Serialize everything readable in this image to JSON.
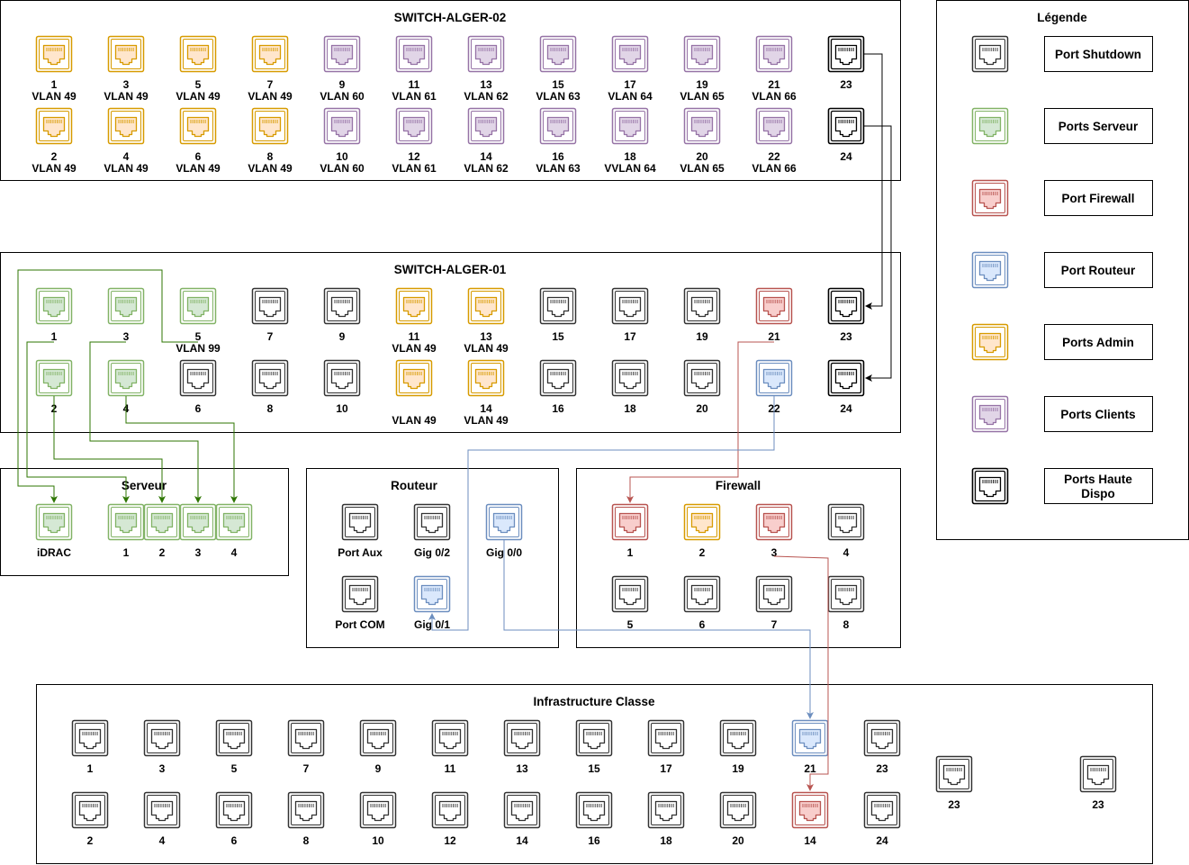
{
  "colors": {
    "admin": "#d79b00",
    "admin_fill": "#ffe6cc",
    "client": "#9673a6",
    "client_fill": "#e1d5e7",
    "server": "#82b366",
    "server_fill": "#d5e8d4",
    "firewall": "#b85450",
    "firewall_fill": "#f8cecc",
    "router": "#6c8ebf",
    "router_fill": "#dae8fc",
    "shutdown": "#333333",
    "shutdown_fill": "#ffffff",
    "ha": "#000000",
    "ha_fill": "#ffffff",
    "link_green": "#2d7600",
    "link_red": "#b85450",
    "link_blue": "#6c8ebf",
    "link_black": "#000000"
  },
  "icon": "ethernet-port-icon",
  "sw2": {
    "title": "SWITCH-ALGER-02",
    "ports": [
      {
        "n": "1",
        "v": "VLAN 49",
        "t": "admin"
      },
      {
        "n": "3",
        "v": "VLAN 49",
        "t": "admin"
      },
      {
        "n": "5",
        "v": "VLAN 49",
        "t": "admin"
      },
      {
        "n": "7",
        "v": "VLAN 49",
        "t": "admin"
      },
      {
        "n": "9",
        "v": "VLAN 60",
        "t": "client"
      },
      {
        "n": "11",
        "v": "VLAN 61",
        "t": "client"
      },
      {
        "n": "13",
        "v": "VLAN 62",
        "t": "client"
      },
      {
        "n": "15",
        "v": "VLAN 63",
        "t": "client"
      },
      {
        "n": "17",
        "v": "VLAN 64",
        "t": "client"
      },
      {
        "n": "19",
        "v": "VLAN 65",
        "t": "client"
      },
      {
        "n": "21",
        "v": "VLAN 66",
        "t": "client"
      },
      {
        "n": "23",
        "v": "",
        "t": "ha"
      },
      {
        "n": "2",
        "v": "VLAN 49",
        "t": "admin"
      },
      {
        "n": "4",
        "v": "VLAN 49",
        "t": "admin"
      },
      {
        "n": "6",
        "v": "VLAN 49",
        "t": "admin"
      },
      {
        "n": "8",
        "v": "VLAN 49",
        "t": "admin"
      },
      {
        "n": "10",
        "v": "VLAN 60",
        "t": "client"
      },
      {
        "n": "12",
        "v": "VLAN 61",
        "t": "client"
      },
      {
        "n": "14",
        "v": "VLAN 62",
        "t": "client"
      },
      {
        "n": "16",
        "v": "VLAN 63",
        "t": "client"
      },
      {
        "n": "18",
        "v": "VVLAN 64",
        "t": "client"
      },
      {
        "n": "20",
        "v": "VLAN 65",
        "t": "client"
      },
      {
        "n": "22",
        "v": "VLAN 66",
        "t": "client"
      },
      {
        "n": "24",
        "v": "",
        "t": "ha"
      }
    ]
  },
  "sw1": {
    "title": "SWITCH-ALGER-01",
    "ports": [
      {
        "n": "1",
        "v": "",
        "t": "server"
      },
      {
        "n": "3",
        "v": "",
        "t": "server"
      },
      {
        "n": "5",
        "v": "VLAN 99",
        "t": "server"
      },
      {
        "n": "7",
        "v": "",
        "t": "shutdown"
      },
      {
        "n": "9",
        "v": "",
        "t": "shutdown"
      },
      {
        "n": "11",
        "v": "VLAN 49",
        "t": "admin"
      },
      {
        "n": "13",
        "v": "VLAN 49",
        "t": "admin"
      },
      {
        "n": "15",
        "v": "",
        "t": "shutdown"
      },
      {
        "n": "17",
        "v": "",
        "t": "shutdown"
      },
      {
        "n": "19",
        "v": "",
        "t": "shutdown"
      },
      {
        "n": "21",
        "v": "",
        "t": "firewall"
      },
      {
        "n": "23",
        "v": "",
        "t": "ha"
      },
      {
        "n": "2",
        "v": "",
        "t": "server"
      },
      {
        "n": "4",
        "v": "",
        "t": "server"
      },
      {
        "n": "6",
        "v": "",
        "t": "shutdown"
      },
      {
        "n": "8",
        "v": "",
        "t": "shutdown"
      },
      {
        "n": "10",
        "v": "",
        "t": "shutdown"
      },
      {
        "n": "",
        "v": "VLAN 49",
        "t": "admin"
      },
      {
        "n": "14",
        "v": "VLAN 49",
        "t": "admin"
      },
      {
        "n": "16",
        "v": "",
        "t": "shutdown"
      },
      {
        "n": "18",
        "v": "",
        "t": "shutdown"
      },
      {
        "n": "20",
        "v": "",
        "t": "shutdown"
      },
      {
        "n": "22",
        "v": "",
        "t": "router"
      },
      {
        "n": "24",
        "v": "",
        "t": "ha"
      }
    ]
  },
  "serveur": {
    "title": "Serveur",
    "ports": [
      {
        "n": "iDRAC",
        "t": "server"
      },
      {
        "n": "1",
        "t": "server"
      },
      {
        "n": "2",
        "t": "server"
      },
      {
        "n": "3",
        "t": "server"
      },
      {
        "n": "4",
        "t": "server"
      }
    ]
  },
  "routeur": {
    "title": "Routeur",
    "ports": [
      {
        "n": "Port Aux",
        "t": "shutdown"
      },
      {
        "n": "Gig 0/2",
        "t": "shutdown"
      },
      {
        "n": "Gig 0/0",
        "t": "router"
      },
      {
        "n": "Port COM",
        "t": "shutdown"
      },
      {
        "n": "Gig 0/1",
        "t": "router"
      }
    ]
  },
  "firewall": {
    "title": "Firewall",
    "ports": [
      {
        "n": "1",
        "t": "firewall"
      },
      {
        "n": "2",
        "t": "admin"
      },
      {
        "n": "3",
        "t": "firewall"
      },
      {
        "n": "4",
        "t": "shutdown"
      },
      {
        "n": "5",
        "t": "shutdown"
      },
      {
        "n": "6",
        "t": "shutdown"
      },
      {
        "n": "7",
        "t": "shutdown"
      },
      {
        "n": "8",
        "t": "shutdown"
      }
    ]
  },
  "infra": {
    "title": "Infrastructure Classe",
    "top": [
      {
        "n": "1",
        "t": "shutdown"
      },
      {
        "n": "3",
        "t": "shutdown"
      },
      {
        "n": "5",
        "t": "shutdown"
      },
      {
        "n": "7",
        "t": "shutdown"
      },
      {
        "n": "9",
        "t": "shutdown"
      },
      {
        "n": "11",
        "t": "shutdown"
      },
      {
        "n": "13",
        "t": "shutdown"
      },
      {
        "n": "15",
        "t": "shutdown"
      },
      {
        "n": "17",
        "t": "shutdown"
      },
      {
        "n": "19",
        "t": "shutdown"
      },
      {
        "n": "21",
        "t": "router"
      },
      {
        "n": "23",
        "t": "shutdown"
      }
    ],
    "bottom": [
      {
        "n": "2",
        "t": "shutdown"
      },
      {
        "n": "4",
        "t": "shutdown"
      },
      {
        "n": "6",
        "t": "shutdown"
      },
      {
        "n": "8",
        "t": "shutdown"
      },
      {
        "n": "10",
        "t": "shutdown"
      },
      {
        "n": "12",
        "t": "shutdown"
      },
      {
        "n": "14",
        "t": "shutdown"
      },
      {
        "n": "16",
        "t": "shutdown"
      },
      {
        "n": "18",
        "t": "shutdown"
      },
      {
        "n": "20",
        "t": "shutdown"
      },
      {
        "n": "14",
        "t": "firewall"
      },
      {
        "n": "24",
        "t": "shutdown"
      }
    ],
    "extra": [
      {
        "n": "23",
        "t": "shutdown"
      },
      {
        "n": "23",
        "t": "shutdown"
      }
    ]
  },
  "legend": {
    "title": "Légende",
    "items": [
      {
        "label": "Port Shutdown",
        "t": "shutdown"
      },
      {
        "label": "Ports Serveur",
        "t": "server"
      },
      {
        "label": "Port Firewall",
        "t": "firewall"
      },
      {
        "label": "Port Routeur",
        "t": "router"
      },
      {
        "label": "Ports Admin",
        "t": "admin"
      },
      {
        "label": "Ports Clients",
        "t": "client"
      },
      {
        "label": "Ports Haute Dispo",
        "t": "ha"
      }
    ]
  },
  "links": [
    {
      "from": "sw2-23",
      "to": "sw1-23",
      "color": "link_black"
    },
    {
      "from": "sw2-24",
      "to": "sw1-24",
      "color": "link_black"
    },
    {
      "from": "sw1-1",
      "to": "serveur-1",
      "color": "link_green"
    },
    {
      "from": "sw1-2",
      "to": "serveur-2",
      "color": "link_green"
    },
    {
      "from": "sw1-3",
      "to": "serveur-3",
      "color": "link_green"
    },
    {
      "from": "sw1-4",
      "to": "serveur-4",
      "color": "link_green"
    },
    {
      "from": "sw1-5",
      "to": "serveur-idrac",
      "color": "link_green"
    },
    {
      "from": "sw1-21",
      "to": "firewall-1",
      "color": "link_red"
    },
    {
      "from": "sw1-22",
      "to": "routeur-gig01",
      "color": "link_blue"
    },
    {
      "from": "routeur-gig00",
      "to": "infra-21",
      "color": "link_blue"
    },
    {
      "from": "firewall-3",
      "to": "infra-14",
      "color": "link_red"
    }
  ]
}
